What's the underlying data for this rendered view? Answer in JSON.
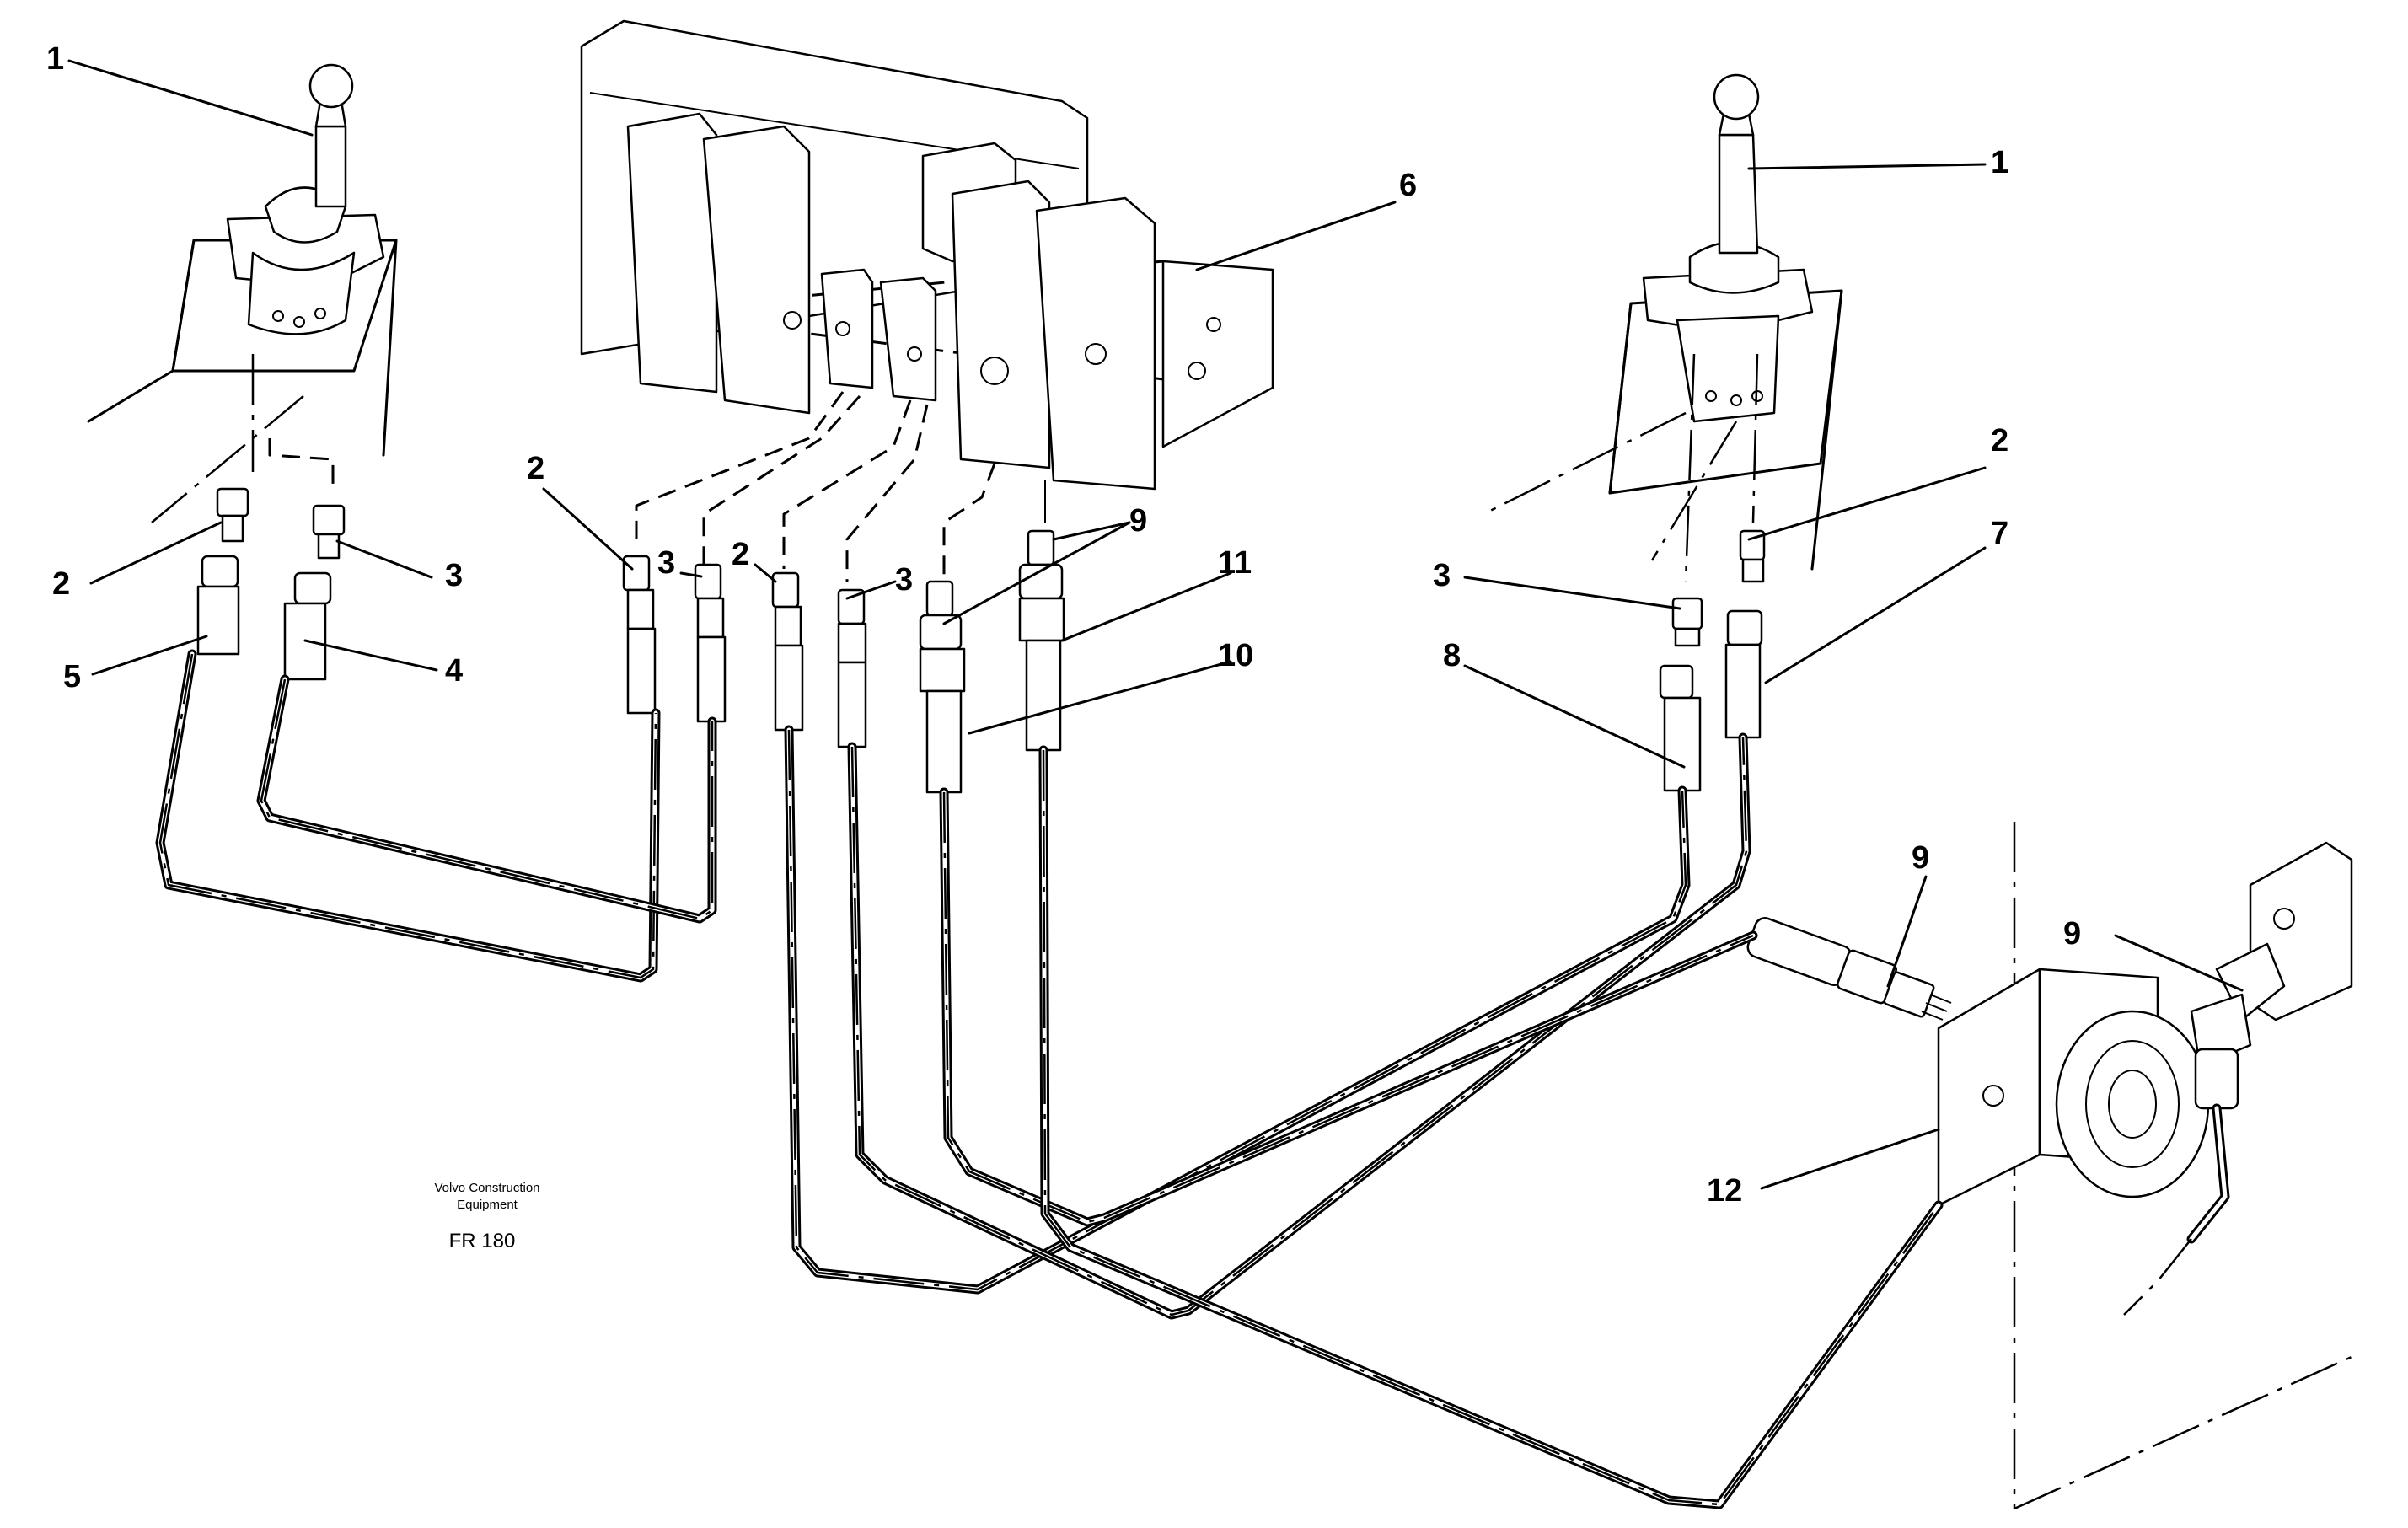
{
  "callouts": {
    "left_joystick": "1",
    "right_joystick": "1",
    "left_adapter_2": "2",
    "left_adapter_3": "3",
    "left_hose_4": "4",
    "left_hose_5": "5",
    "valve_block": "6",
    "right_hose_7": "7",
    "right_hose_8": "8",
    "right_adapter_2": "2",
    "right_adapter_3": "3",
    "valve_adapter_2a": "2",
    "valve_adapter_3a": "3",
    "valve_adapter_2b": "2",
    "valve_adapter_3b": "3",
    "valve_nipple_9": "9",
    "hose_11": "11",
    "hose_10": "10",
    "pump_nipple_9a": "9",
    "pump_nipple_9b": "9",
    "pump": "12"
  },
  "caption": {
    "line1": "Volvo Construction",
    "line2": "Equipment",
    "code": "FR 180"
  }
}
